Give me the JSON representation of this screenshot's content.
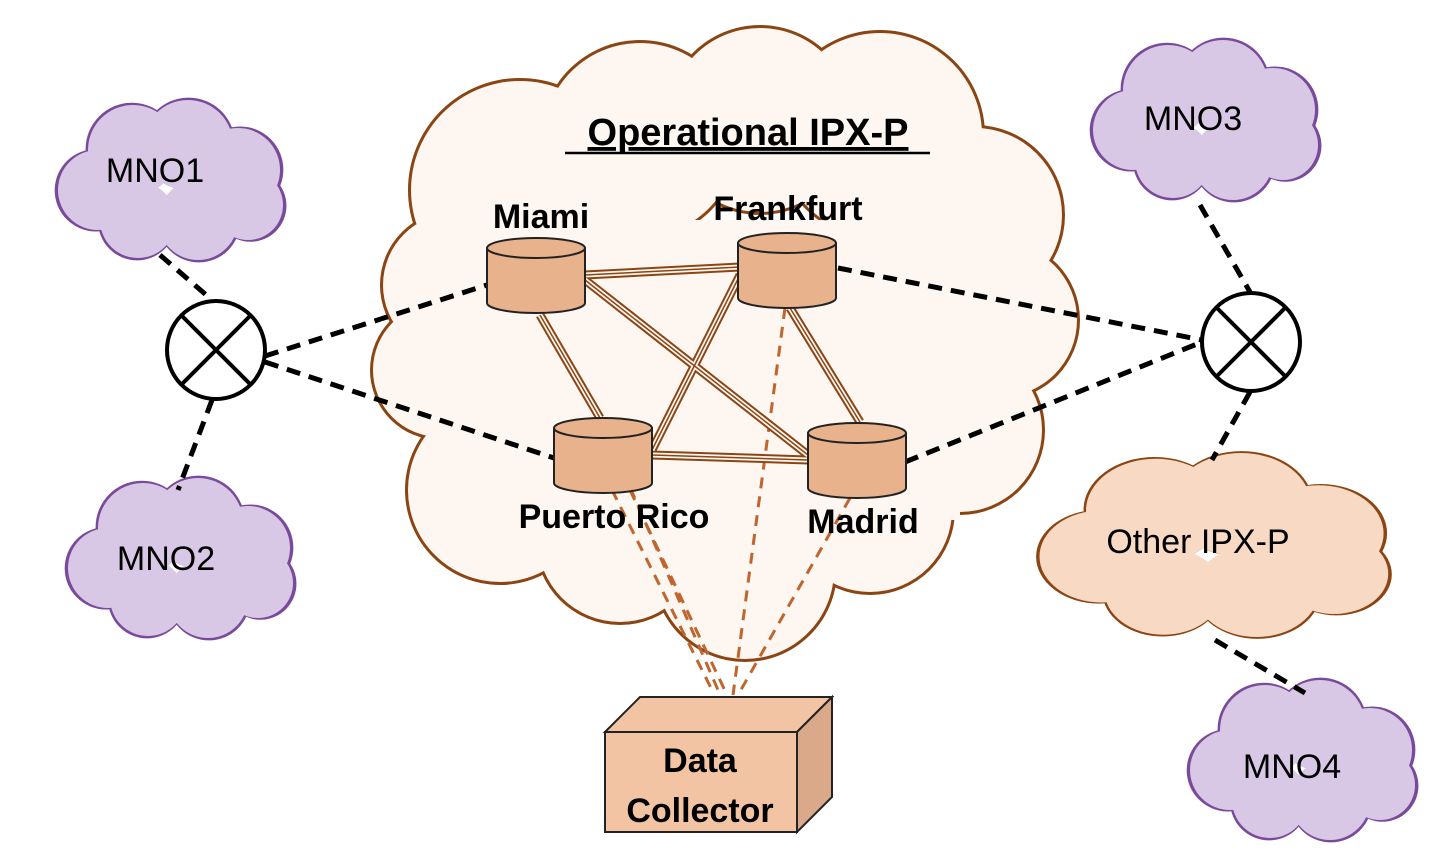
{
  "title": "Operational IPX-P",
  "nodes": {
    "miami": "Miami",
    "frankfurt": "Frankfurt",
    "puerto_rico": "Puerto Rico",
    "madrid": "Madrid"
  },
  "collector": {
    "line1": "Data",
    "line2": "Collector"
  },
  "clouds": {
    "mno1": "MNO1",
    "mno2": "MNO2",
    "mno3": "MNO3",
    "mno4": "MNO4",
    "other_ipx": "Other IPX-P"
  },
  "colors": {
    "cloud_purple_fill": "#d9c7e6",
    "cloud_purple_stroke": "#7a4a9a",
    "main_cloud_fill": "#fdf6f1",
    "main_cloud_stroke": "#8b4513",
    "other_cloud_fill": "#f7d9c4",
    "node_fill": "#e8b28c",
    "node_stroke": "#222222",
    "link_brown": "#8b4513",
    "dashed_orange": "#c0652d",
    "collector_front": "#f2c4a4",
    "collector_side": "#d9a98a"
  }
}
